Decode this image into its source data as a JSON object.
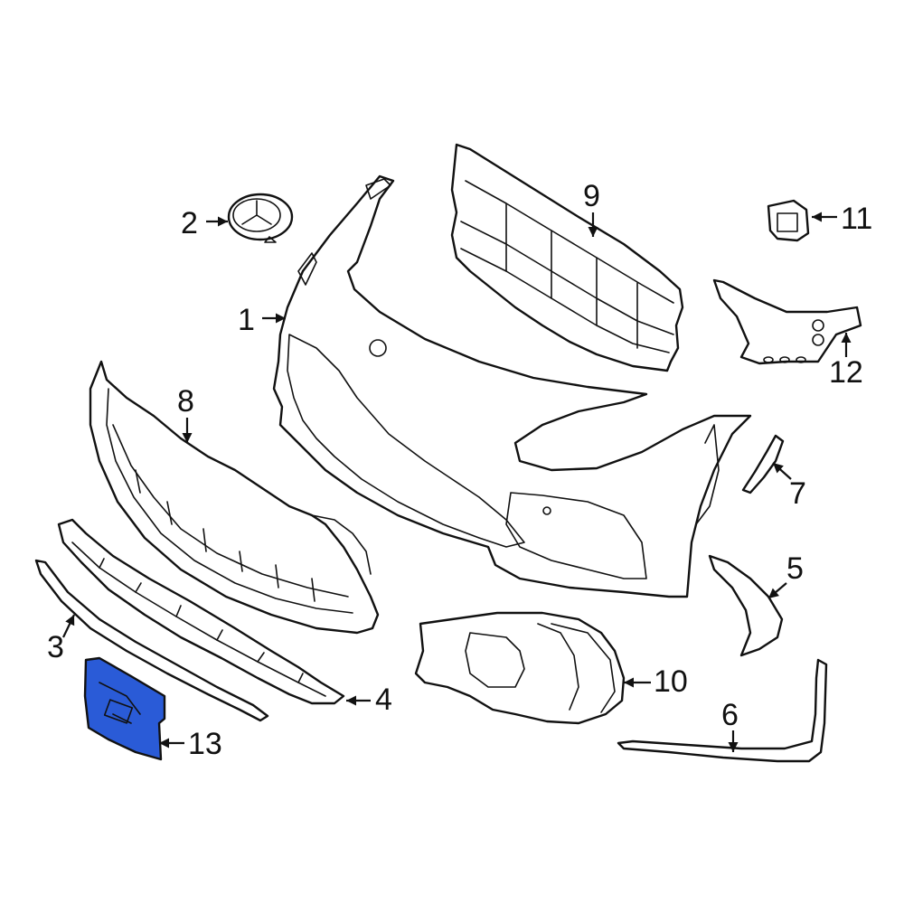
{
  "diagram": {
    "highlight_color": "#2a5bd7",
    "parts": [
      {
        "id": "part-1",
        "callout": "1"
      },
      {
        "id": "part-2",
        "callout": "2"
      },
      {
        "id": "part-3",
        "callout": "3"
      },
      {
        "id": "part-4",
        "callout": "4"
      },
      {
        "id": "part-5",
        "callout": "5"
      },
      {
        "id": "part-6",
        "callout": "6"
      },
      {
        "id": "part-7",
        "callout": "7"
      },
      {
        "id": "part-8",
        "callout": "8"
      },
      {
        "id": "part-9",
        "callout": "9"
      },
      {
        "id": "part-10",
        "callout": "10"
      },
      {
        "id": "part-11",
        "callout": "11"
      },
      {
        "id": "part-12",
        "callout": "12"
      },
      {
        "id": "part-13",
        "callout": "13",
        "highlighted": true
      }
    ]
  }
}
